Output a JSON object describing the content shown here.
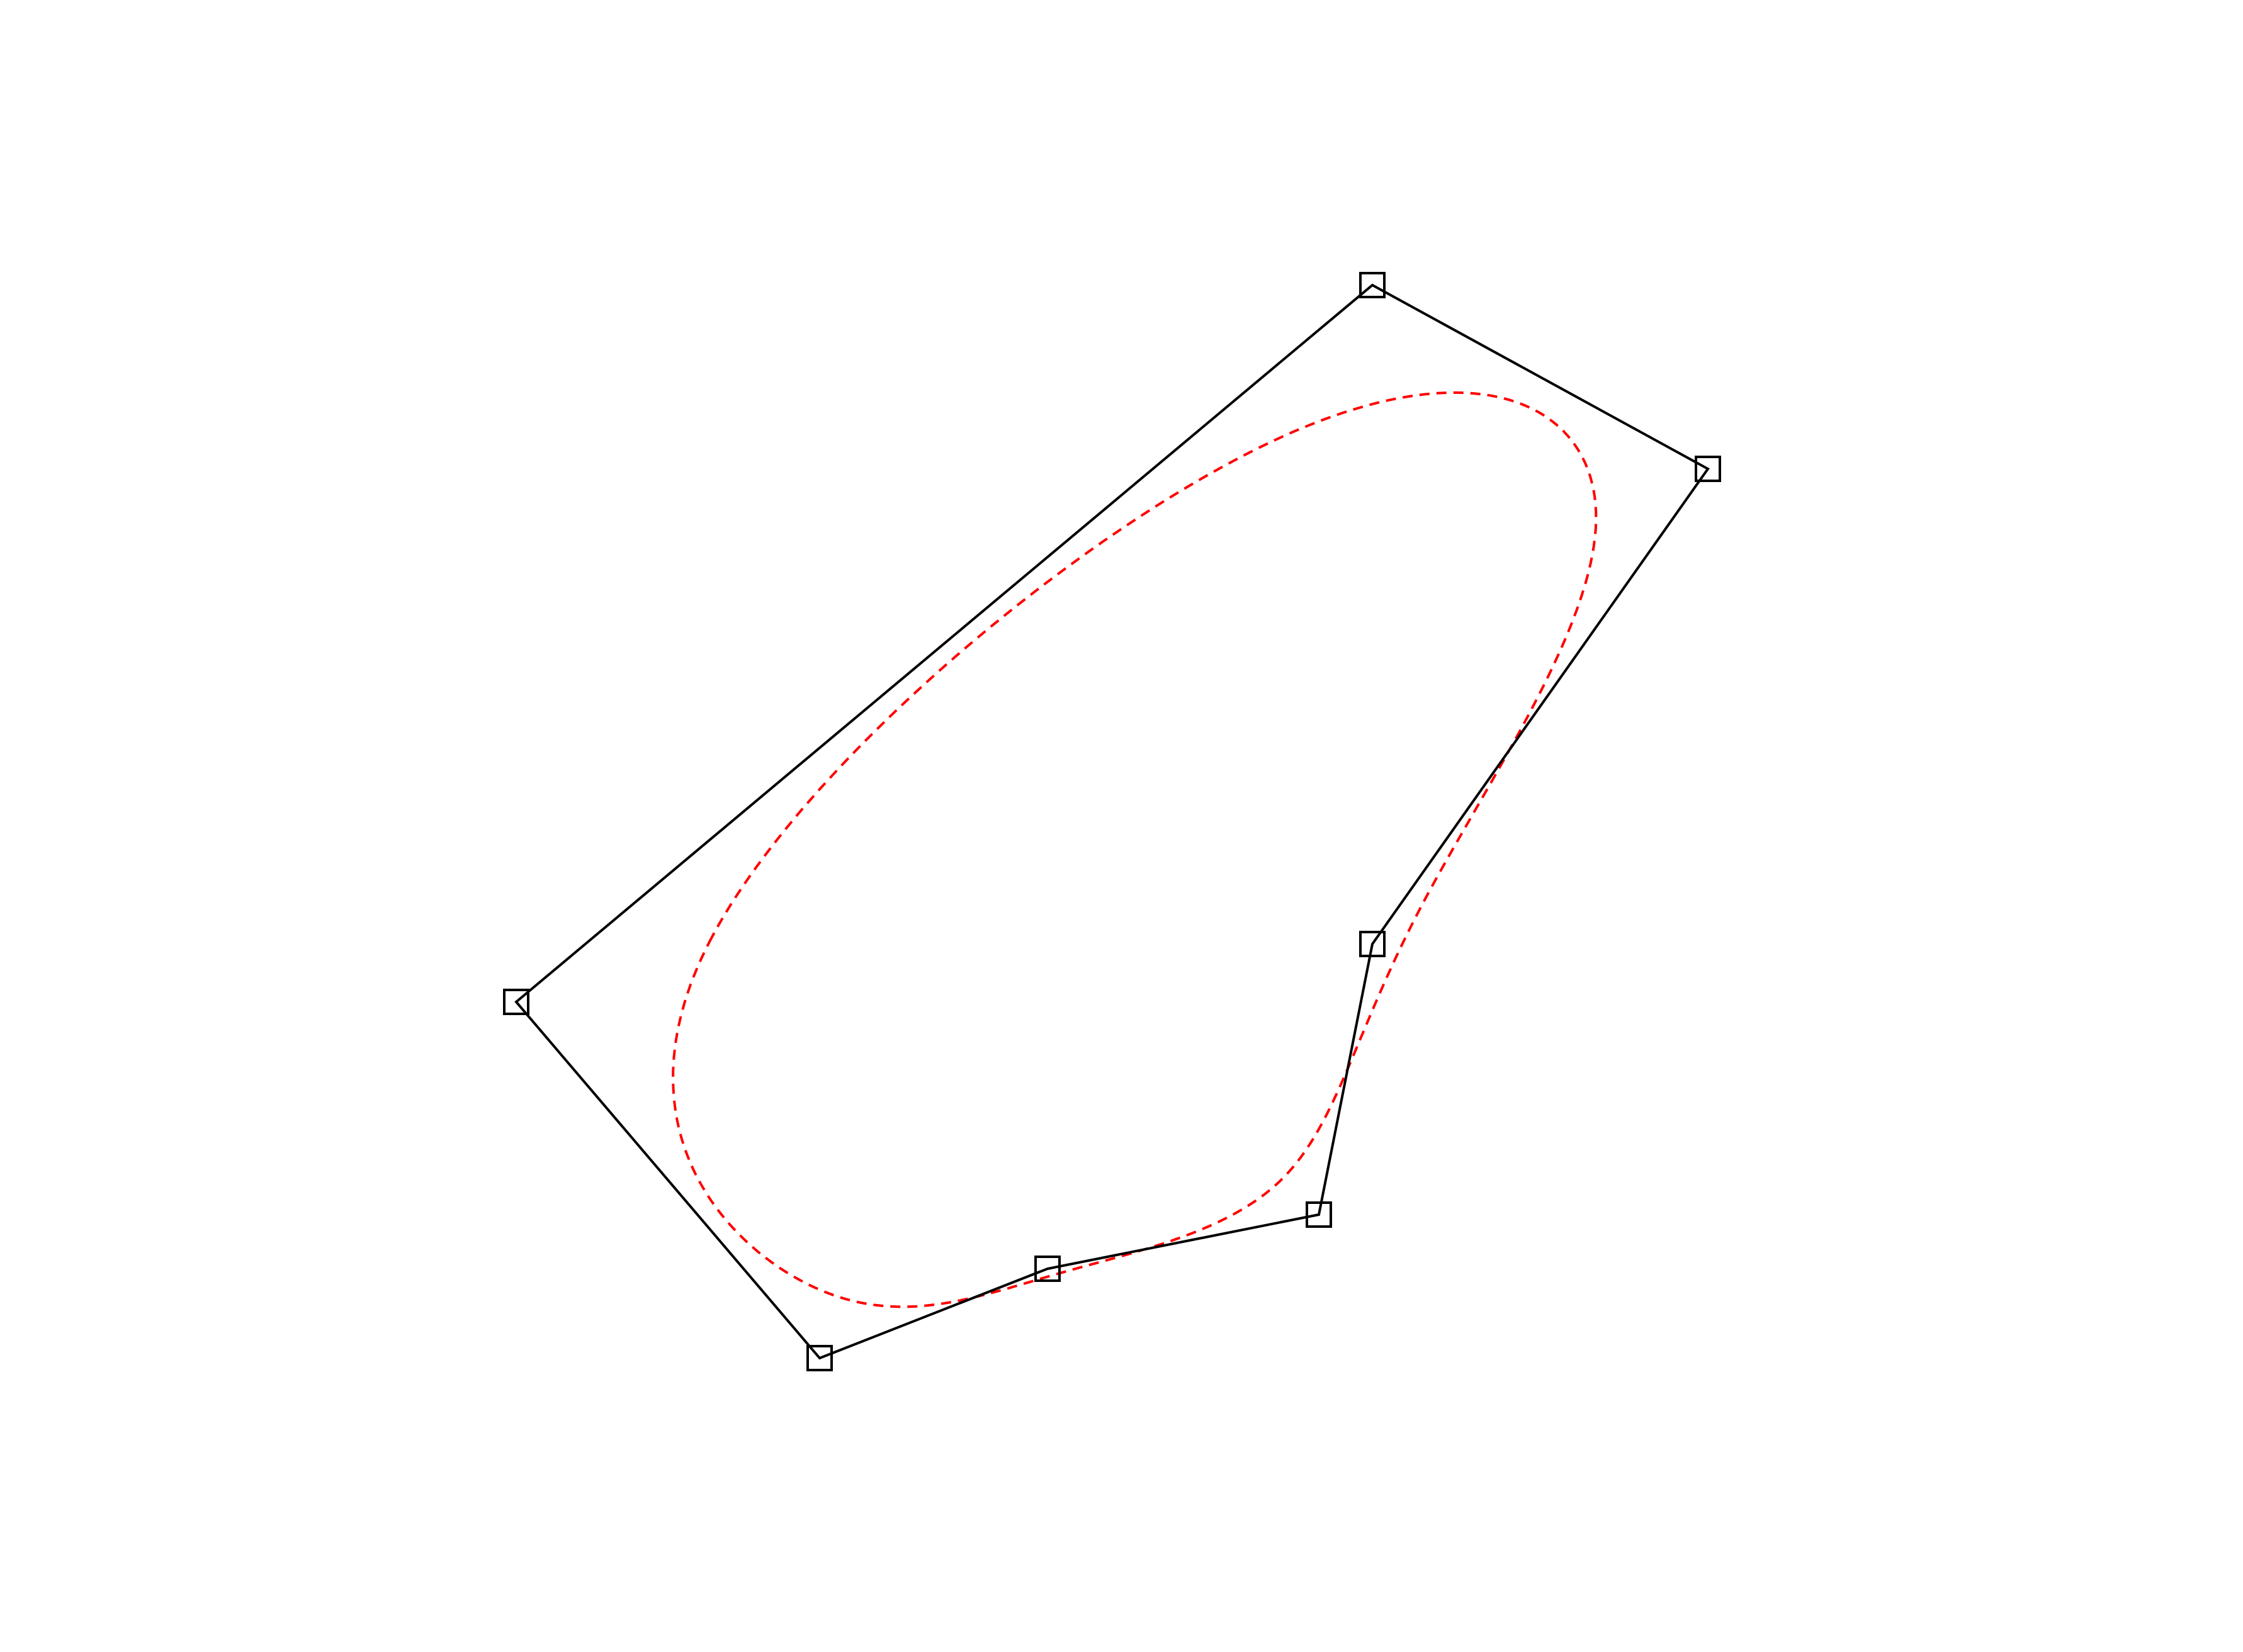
{
  "diagram": {
    "kind": "closed B-spline curve with control polygon",
    "colors": {
      "background": "#ffffff",
      "control_polygon": "#000000",
      "control_point_marker": "#000000",
      "spline_curve": "#ff0000"
    },
    "control_polygon": {
      "closed": true,
      "line_style": "solid",
      "vertex_marker": "square"
    },
    "spline_curve": {
      "closed": true,
      "line_style": "dashed",
      "type": "closed cubic B-spline"
    }
  }
}
